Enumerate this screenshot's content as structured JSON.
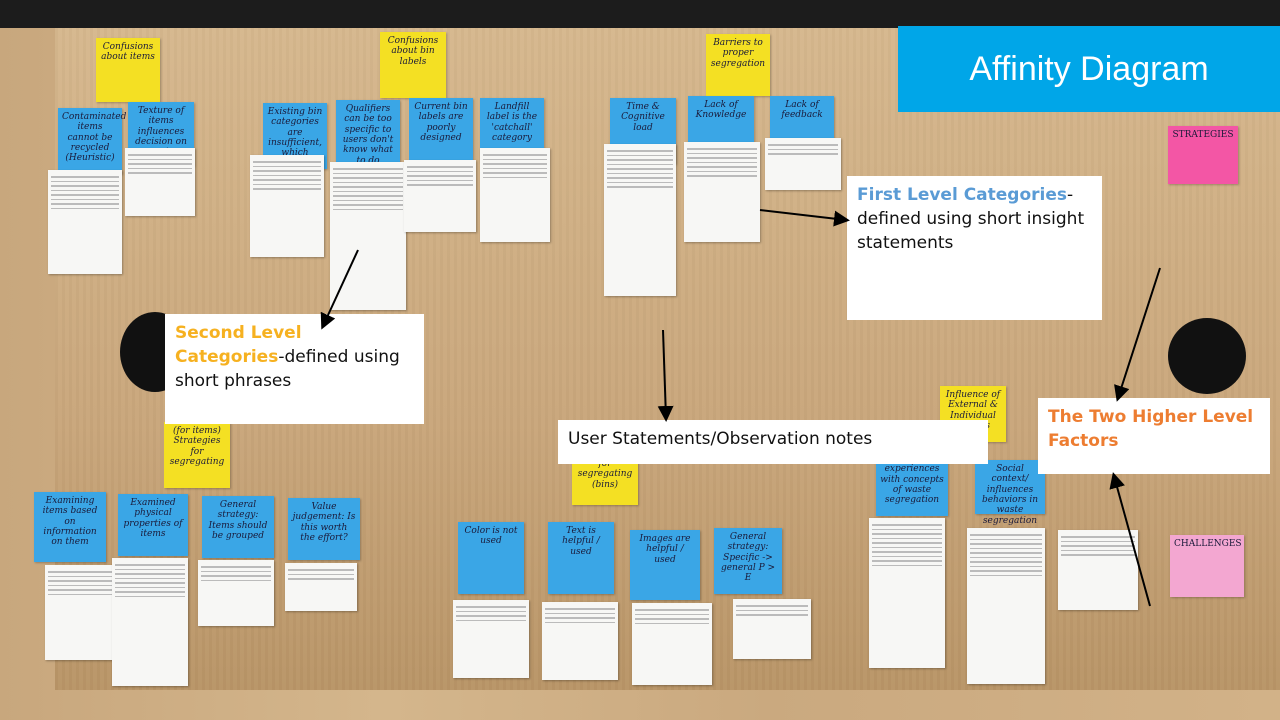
{
  "title": "Affinity Diagram",
  "labels": {
    "second_level_strong": "Second Level Categories",
    "second_level_rest": "-defined using short phrases",
    "first_level_strong": "First Level Categories",
    "first_level_rest": "-defined using short insight statements",
    "user_statements": "User Statements/Observation notes",
    "higher_level": "The Two Higher Level Factors"
  },
  "stickies": {
    "confusions_items": "Confusions about items",
    "confusions_bin": "Confusions about bin labels",
    "barriers": "Barriers to proper segregation",
    "strategies_pink": "STRATEGIES",
    "challenges_pink": "CHALLENGES",
    "strategies_segregating": "(for items) Strategies for segregating",
    "for_segregating_bins": "for segregating (bins)",
    "external_influence": "Influence of External & Individual Factors",
    "contaminated": "Contaminated items cannot be recycled (Heuristic)",
    "texture": "Texture of items influences decision on waste segregation",
    "existing_bin": "Existing bin categories are insufficient, which causes confusion",
    "qualifiers": "Qualifiers can be too specific to users don't know what to do",
    "current_bin": "Current bin labels are poorly designed",
    "landfill": "Landfill label is the 'catchall' category",
    "time": "Time & Cognitive load",
    "lack_knowledge": "Lack of Knowledge",
    "lack_feedback": "Lack of feedback",
    "examining": "Examining items based on information on them",
    "examined_physical": "Examined physical properties of items",
    "general_strategy": "General strategy: Items should be grouped",
    "value_judgement": "Value judgement: Is this worth the effort?",
    "color_not_used": "Color is not used",
    "text_helpful": "Text is helpful / used",
    "images_helpful": "Images are helpful / used",
    "general_strategy_2": "General strategy: Specific -> general P > E",
    "past_experiences": "Past experiences with concepts of waste segregation",
    "social_context": "Social context/ influences behaviors in waste segregation"
  }
}
